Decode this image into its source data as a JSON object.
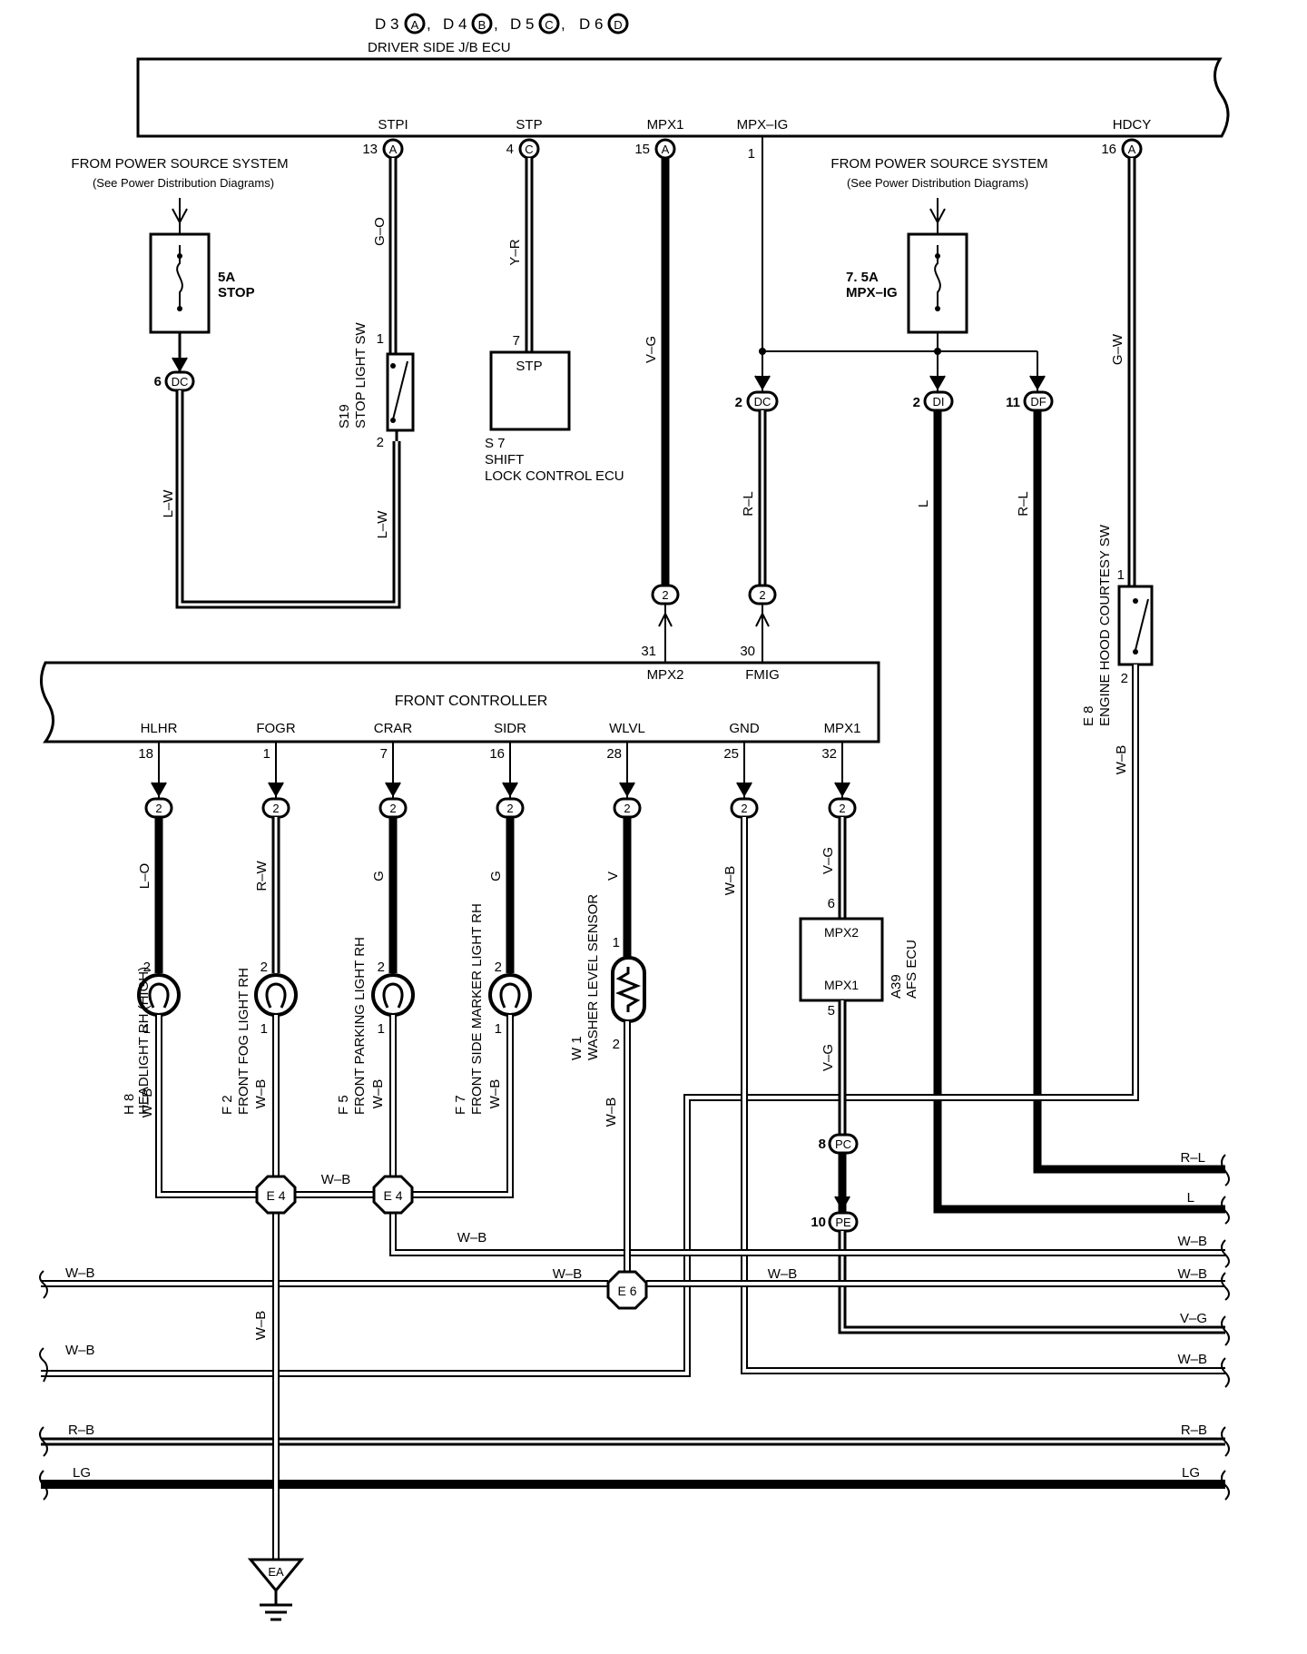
{
  "header": {
    "connectors": [
      {
        "prefix": "D 3",
        "letter": "A",
        "sep": ","
      },
      {
        "prefix": "D 4",
        "letter": "B",
        "sep": ","
      },
      {
        "prefix": "D 5",
        "letter": "C",
        "sep": ","
      },
      {
        "prefix": "D 6",
        "letter": "D",
        "sep": ""
      }
    ],
    "ecu_title": "DRIVER SIDE J/B ECU"
  },
  "jb_pins": {
    "stpi": {
      "label": "STPI",
      "num": "13",
      "conn": "A"
    },
    "stp": {
      "label": "STP",
      "num": "4",
      "conn": "C"
    },
    "mpx1": {
      "label": "MPX1",
      "num": "15",
      "conn": "A"
    },
    "mpxig": {
      "label": "MPX–IG",
      "num": "1"
    },
    "hdcy": {
      "label": "HDCY",
      "num": "16",
      "conn": "A"
    }
  },
  "power_left": {
    "line1": "FROM POWER SOURCE SYSTEM",
    "line2": "(See Power Distribution Diagrams)"
  },
  "power_right": {
    "line1": "FROM POWER SOURCE SYSTEM",
    "line2": "(See Power Distribution Diagrams)"
  },
  "fuse_stop": {
    "amp": "5A",
    "name": "STOP"
  },
  "fuse_mpxig": {
    "amp": "7. 5A",
    "name": "MPX–IG"
  },
  "conn_dc_left": {
    "num": "6",
    "id": "DC"
  },
  "conn_dc_mid": {
    "num": "2",
    "id": "DC"
  },
  "conn_di": {
    "num": "2",
    "id": "DI"
  },
  "conn_df": {
    "num": "11",
    "id": "DF"
  },
  "stop_sw": {
    "code": "S19",
    "name": "STOP LIGHT SW",
    "pin_top": "1",
    "pin_bottom": "2"
  },
  "shift_ecu": {
    "pin": "7",
    "inner": "STP",
    "code": "S 7",
    "name1": "SHIFT",
    "name2": "LOCK CONTROL ECU"
  },
  "hood_sw": {
    "code": "E 8",
    "name": "ENGINE HOOD COURTESY SW",
    "pin_top": "1",
    "pin_bottom": "2"
  },
  "front_ctrl": {
    "title": "FRONT CONTROLLER",
    "top_pins": [
      {
        "label": "MPX2",
        "num": "31",
        "conn": "2"
      },
      {
        "label": "FMIG",
        "num": "30",
        "conn": "2"
      }
    ],
    "pins": [
      {
        "label": "HLHR",
        "num": "18",
        "conn": "2",
        "wire": "L–O"
      },
      {
        "label": "FOGR",
        "num": "1",
        "conn": "2",
        "wire": "R–W"
      },
      {
        "label": "CRAR",
        "num": "7",
        "conn": "2",
        "wire": "G"
      },
      {
        "label": "SIDR",
        "num": "16",
        "conn": "2",
        "wire": "G"
      },
      {
        "label": "WLVL",
        "num": "28",
        "conn": "2",
        "wire": "V"
      },
      {
        "label": "GND",
        "num": "25",
        "conn": "2",
        "wire": "W–B"
      },
      {
        "label": "MPX1",
        "num": "32",
        "conn": "2",
        "wire": "V–G"
      }
    ]
  },
  "components": {
    "h8": {
      "code": "H 8",
      "name": "HEADLIGHT RH (HIGH)",
      "pin_top": "2",
      "pin_bottom": "1",
      "gnd_wire": "W–B"
    },
    "f2": {
      "code": "F 2",
      "name": "FRONT FOG LIGHT RH",
      "pin_top": "2",
      "pin_bottom": "1",
      "gnd_wire": "W–B"
    },
    "f5": {
      "code": "F 5",
      "name": "FRONT PARKING LIGHT RH",
      "pin_top": "2",
      "pin_bottom": "1",
      "gnd_wire": "W–B"
    },
    "f7": {
      "code": "F 7",
      "name": "FRONT SIDE MARKER LIGHT RH",
      "pin_top": "2",
      "pin_bottom": "1",
      "gnd_wire": "W–B"
    },
    "w1": {
      "code": "W 1",
      "name": "WASHER LEVEL SENSOR",
      "pin_top": "1",
      "pin_bottom": "2",
      "gnd_wire": "W–B"
    },
    "a39": {
      "code": "A39",
      "name": "AFS ECU",
      "inner_top": "MPX2",
      "inner_bottom": "MPX1",
      "pin_top": "6",
      "pin_bottom": "5",
      "wire_bottom": "V–G"
    }
  },
  "wires": {
    "go": "G–O",
    "yr": "Y–R",
    "vg": "V–G",
    "rl_mid": "R–L",
    "l": "L",
    "rl_right": "R–L",
    "gw": "G–W",
    "lw_left": "L–W",
    "lw_sw": "L–W",
    "wb_hood": "W–B",
    "wb_between": "W–B",
    "wb_e4_low": "W–B",
    "wb_e6_left": "W–B",
    "wb_e6_right": "W–B",
    "wb_ground": "W–B"
  },
  "splices": {
    "e4a": "E 4",
    "e4b": "E 4",
    "e6": "E 6"
  },
  "ground": {
    "id": "EA"
  },
  "conn_pc": {
    "num": "8",
    "id": "PC"
  },
  "conn_pe": {
    "num": "10",
    "id": "PE"
  },
  "bus": {
    "rl": "R–L",
    "l": "L",
    "wb1": "W–B",
    "wb2_left": "W–B",
    "wb2_right": "W–B",
    "vg": "V–G",
    "wb3_left": "W–B",
    "wb3_right": "W–B",
    "rb_left": "R–B",
    "rb_right": "R–B",
    "lg_left": "LG",
    "lg_right": "LG"
  }
}
